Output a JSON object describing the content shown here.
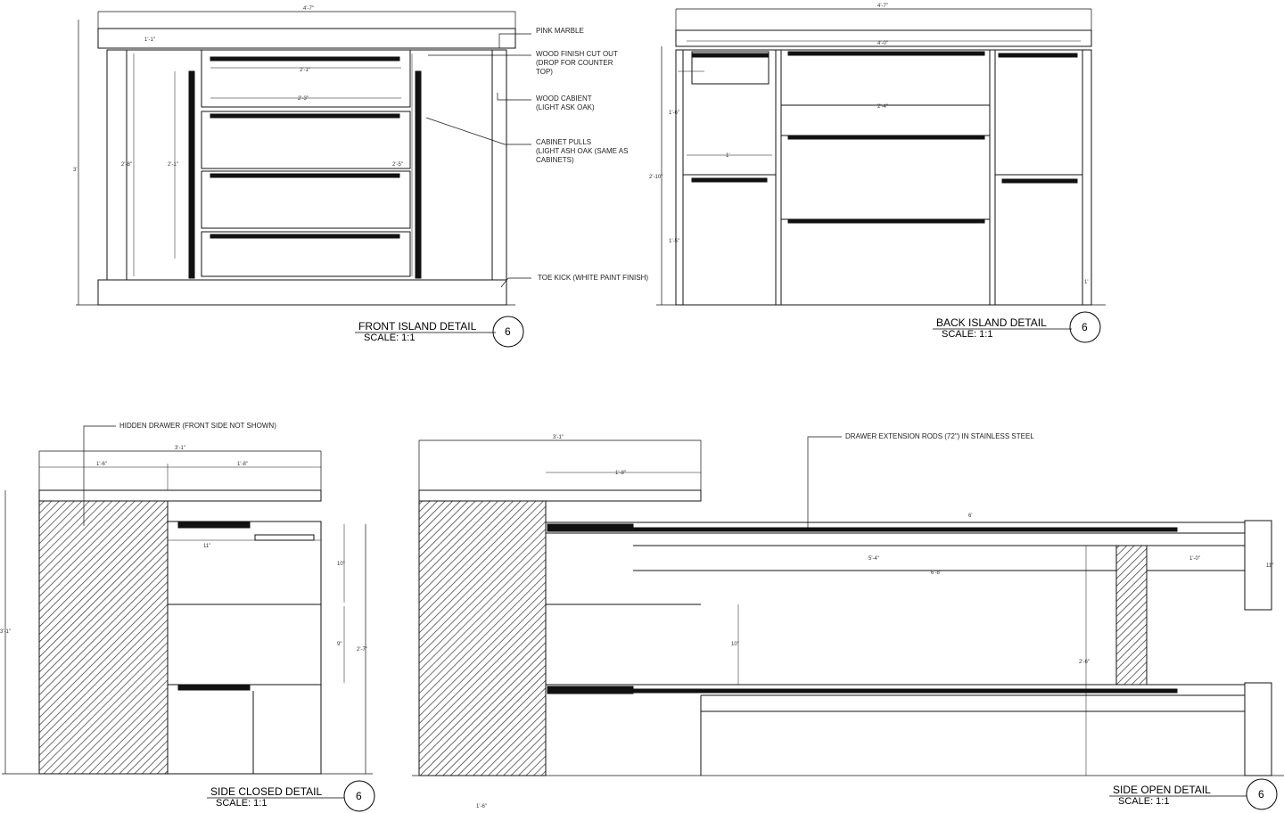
{
  "front": {
    "title": "FRONT ISLAND DETAIL",
    "scale": "SCALE: 1:1",
    "number": "6",
    "notes": {
      "marble": "PINK MARBLE",
      "cutout1": "WOOD FINISH CUT OUT",
      "cutout2": "(DROP FOR COUNTER",
      "cutout3": "TOP)",
      "cabinet1": "WOOD CABIENT",
      "cabinet2": "(LIGHT ASK OAK)",
      "pulls1": "CABINET PULLS",
      "pulls2": "(LIGHT ASH OAK (SAME AS",
      "pulls3": "CABINETS)",
      "toekick": "TOE KICK (WHITE PAINT FINISH)"
    },
    "dims": {
      "overall": "4'-7\"",
      "height": "3'",
      "inner": "2'-8\"",
      "drawer_w": "2'-1\"",
      "drawer_w2": "2'-3\"",
      "drawer_h": "2'-1\"",
      "side": "2'-5\"",
      "offset": "1'-1\""
    }
  },
  "back": {
    "title": "BACK ISLAND DETAIL",
    "scale": "SCALE: 1:1",
    "number": "6",
    "dims": {
      "overall": "4'-7\"",
      "inner": "4'-0\"",
      "height": "2'-10\"",
      "center": "2'-4\"",
      "left": "1'",
      "upper": "1'-6\"",
      "lower": "1'-5\"",
      "right": "1'"
    }
  },
  "side_closed": {
    "title": "SIDE CLOSED DETAIL",
    "scale": "SCALE: 1:1",
    "number": "6",
    "note": "HIDDEN DRAWER (FRONT SIDE NOT SHOWN)",
    "dims": {
      "overall": "3'-1\"",
      "left": "1'-6\"",
      "right": "1'-8\"",
      "height": "3'-1\"",
      "box": "2'-7\"",
      "d1": "10\"",
      "d2": "9\"",
      "d3": "11\""
    }
  },
  "side_open": {
    "title": "SIDE OPEN DETAIL",
    "scale": "SCALE: 1:1",
    "number": "6",
    "note": "DRAWER EXTENSION RODS (72\") IN STAINLESS STEEL",
    "dims": {
      "overall": "3'-1\"",
      "drawer": "1'-8\"",
      "rod": "6'",
      "ext1": "5'-4\"",
      "ext2": "6'-8\"",
      "short": "1'-0\"",
      "height": "2'-6\"",
      "d1": "10\"",
      "d2": "11\"",
      "bottom": "1'-6\""
    }
  }
}
